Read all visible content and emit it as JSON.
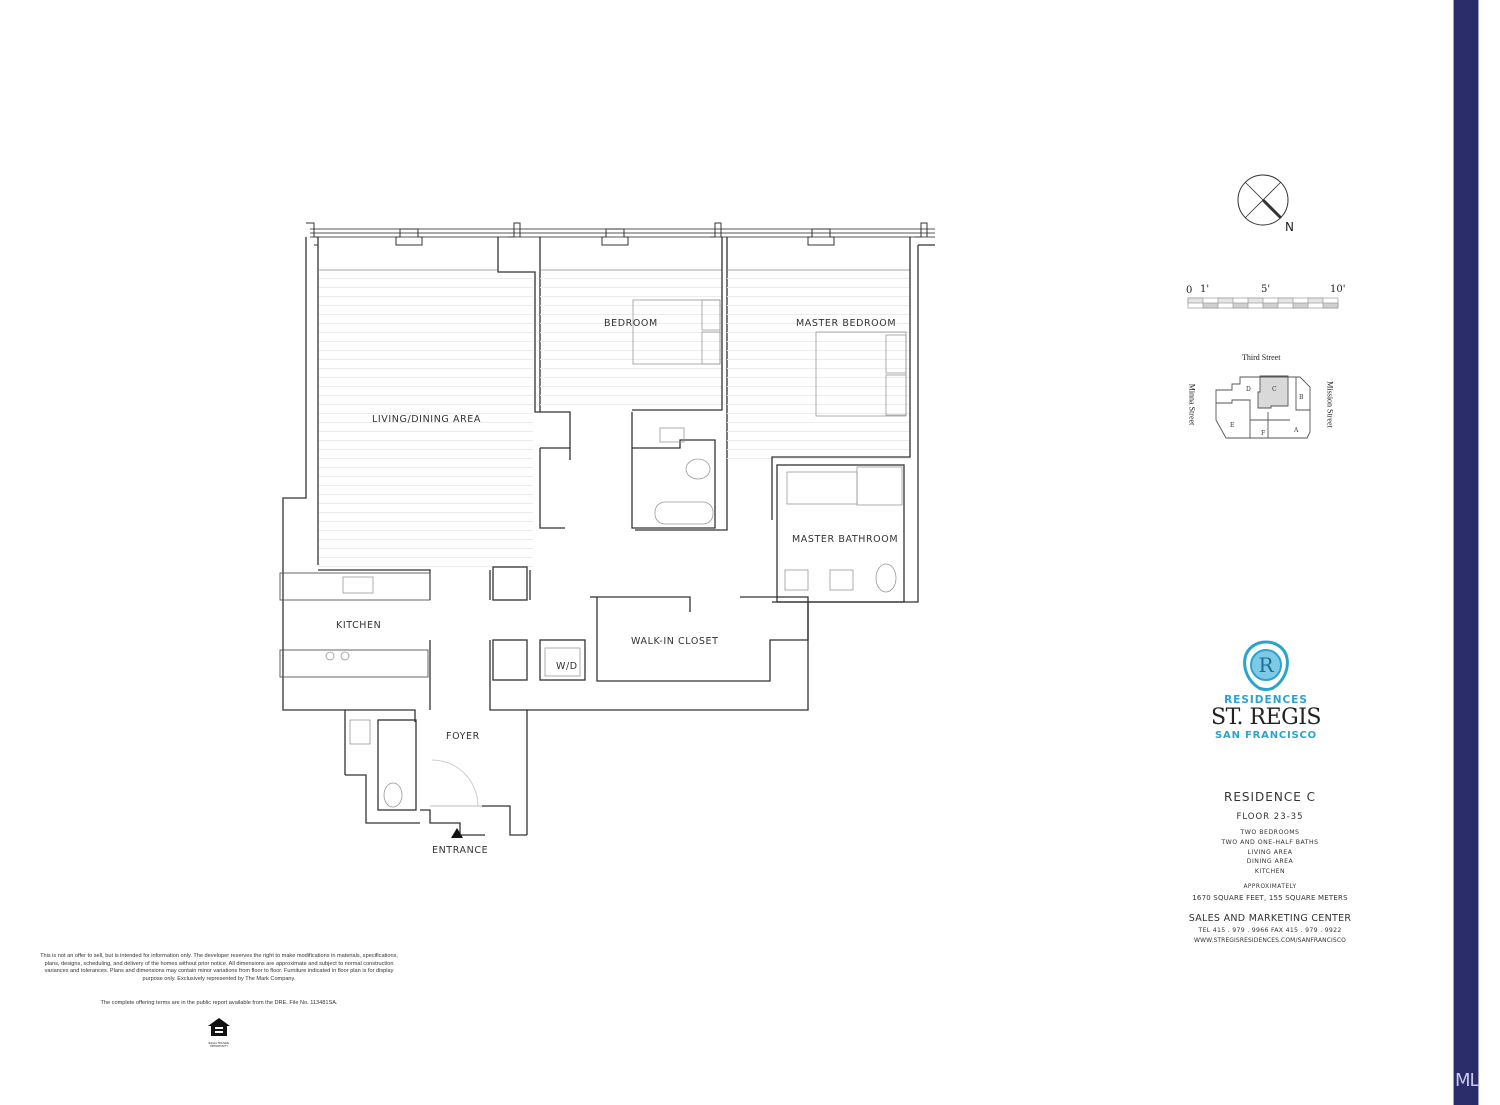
{
  "floorplan": {
    "rooms": {
      "living_dining": "LIVING/DINING AREA",
      "bedroom": "BEDROOM",
      "master_bedroom": "MASTER BEDROOM",
      "master_bathroom": "MASTER BATHROOM",
      "kitchen": "KITCHEN",
      "walk_in_closet": "WALK-IN CLOSET",
      "wd": "W/D",
      "foyer": "FOYER",
      "entrance": "ENTRANCE"
    }
  },
  "compass": {
    "north_label": "N"
  },
  "scale_bar": {
    "labels": [
      "0",
      "1'",
      "5'",
      "10'"
    ]
  },
  "keyplan": {
    "streets": {
      "top": "Third Street",
      "left": "Minna Street",
      "right": "Mission Street"
    },
    "units": [
      "A",
      "B",
      "C",
      "D",
      "E",
      "F"
    ],
    "highlighted_unit": "C",
    "highlight_color": "#d9d9d9"
  },
  "logo": {
    "line1": "RESIDENCES",
    "line2": "ST. REGIS",
    "line3": "SAN FRANCISCO",
    "accent_color": "#2ba3cf"
  },
  "residence": {
    "title": "RESIDENCE C",
    "floor": "FLOOR 23-35",
    "features": [
      "TWO BEDROOMS",
      "TWO AND ONE-HALF BATHS",
      "LIVING AREA",
      "DINING AREA",
      "KITCHEN"
    ],
    "approx_label": "APPROXIMATELY",
    "area": "1670 SQUARE FEET,  155 SQUARE METERS"
  },
  "sales": {
    "title": "SALES AND MARKETING CENTER",
    "phone": "TEL 415 . 979 . 9966  FAX 415 . 979 . 9922",
    "website": "WWW.STREGISRESIDENCES.COM/SANFRANCISCO"
  },
  "disclaimer": {
    "text": "This is not an offer to sell, but is intended for information only. The developer reserves the right to make modifications in materials, specifications, plans, designs, scheduling, and delivery of the homes without prior notice. All dimensions are approximate and subject to normal construction variances and tolerances. Plans and dimensions may contain minor variations from floor to floor. Furniture indicated in floor plan is for display purpose only. Exclusively represented by The Mark Company.",
    "offering": "The complete offering terms are in the public report available from the DRE. File No. 113481SA.",
    "equal_housing_label": "EQUAL HOUSING OPPORTUNITY"
  },
  "sidebar": {
    "color": "#2b2d6b",
    "mark": "ML"
  }
}
